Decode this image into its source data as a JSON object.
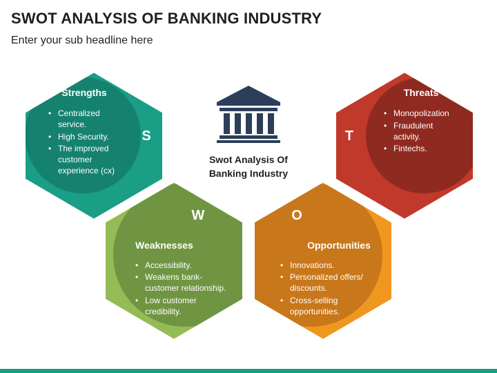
{
  "header": {
    "title": "SWOT ANALYSIS OF BANKING INDUSTRY",
    "subtitle": "Enter your sub headline here"
  },
  "center": {
    "icon": "bank-building-icon",
    "label_line1": "Swot Analysis Of",
    "label_line2": "Banking Industry"
  },
  "quadrants": {
    "strengths": {
      "letter": "S",
      "title": "Strengths",
      "lines": [
        "Centralized",
        "service.",
        "High Security.",
        "The improved",
        "customer",
        "experience (cx)"
      ],
      "color": "#1a9e86",
      "dark": "#158270"
    },
    "threats": {
      "letter": "T",
      "title": "Threats",
      "lines": [
        "Monopolization",
        "Fraudulent",
        "activity.",
        "Fintechs."
      ],
      "color": "#c0392b",
      "dark": "#8f2a20"
    },
    "weaknesses": {
      "letter": "W",
      "title": "Weaknesses",
      "lines": [
        "Accessibility.",
        "Weakens bank-",
        "customer relationship.",
        "Low customer",
        "credibility."
      ],
      "color": "#94bb55",
      "dark": "#6f9542"
    },
    "opportunities": {
      "letter": "O",
      "title": "Opportunities",
      "lines": [
        "Innovations.",
        "Personalized offers/",
        "discounts.",
        "Cross-selling",
        "opportunities."
      ],
      "color": "#f0971f",
      "dark": "#c8771a"
    }
  },
  "colors": {
    "bottom_bar": "#1a9e86",
    "icon": "#2c3e5a"
  }
}
